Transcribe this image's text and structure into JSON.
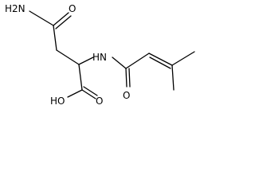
{
  "structure": {
    "atom_labels": {
      "amide_nh2": "H2N",
      "amide_o": "O",
      "amine_nh": "HN",
      "acyl_o": "O",
      "acid_oh": "HO",
      "acid_o": "O"
    }
  },
  "colors": {
    "bond": "#000000",
    "background": "#ffffff",
    "label": "#000000"
  }
}
